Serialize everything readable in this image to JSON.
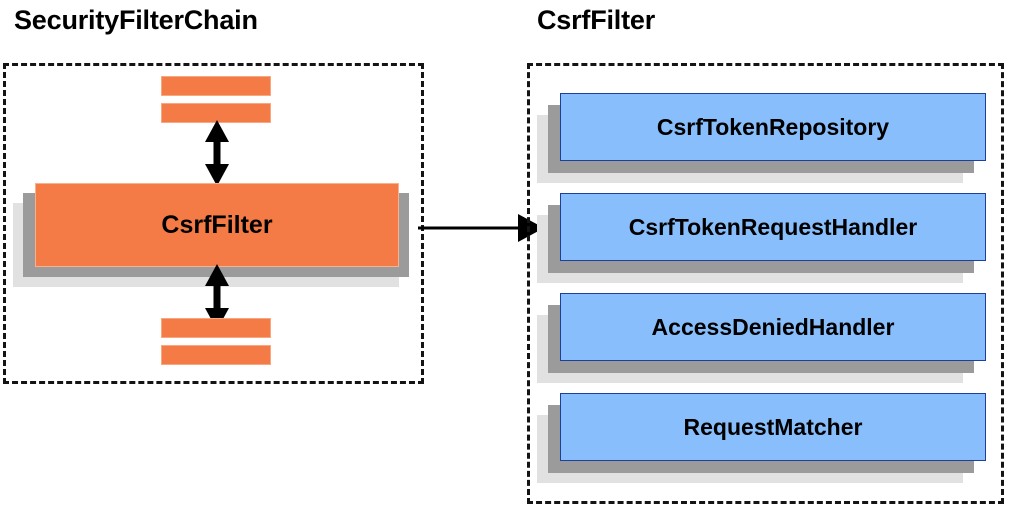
{
  "diagram": {
    "title_left": "SecurityFilterChain",
    "title_right": "CsrfFilter",
    "colors": {
      "orange_fill": "#F47B45",
      "orange_border": "#F9B08C",
      "blue_fill": "#87BEFB",
      "blue_border": "#1F3F9E",
      "shadow_mid": "#9B9B9B",
      "shadow_back": "#E1E1E1",
      "dashed_border": "#141414",
      "arrow": "#000000",
      "background": "#FFFFFF"
    }
  },
  "security_filter_chain": {
    "label": "SecurityFilterChain",
    "main_filter": {
      "label": "CsrfFilter"
    },
    "filters_above": [
      {
        "label": ""
      },
      {
        "label": ""
      }
    ],
    "filters_below": [
      {
        "label": ""
      },
      {
        "label": ""
      }
    ],
    "arrows": [
      {
        "name": "chain-arrow-above",
        "direction": "bidirectional",
        "orientation": "vertical"
      },
      {
        "name": "chain-arrow-below",
        "direction": "bidirectional",
        "orientation": "vertical"
      }
    ]
  },
  "csrf_filter": {
    "label": "CsrfFilter",
    "collaborators": [
      {
        "label": "CsrfTokenRepository"
      },
      {
        "label": "CsrfTokenRequestHandler"
      },
      {
        "label": "AccessDeniedHandler"
      },
      {
        "label": "RequestMatcher"
      }
    ]
  },
  "connector": {
    "name": "csrffilter-to-collaborators",
    "direction": "right",
    "from": "CsrfFilter",
    "to": "CsrfFilter collaborators"
  }
}
